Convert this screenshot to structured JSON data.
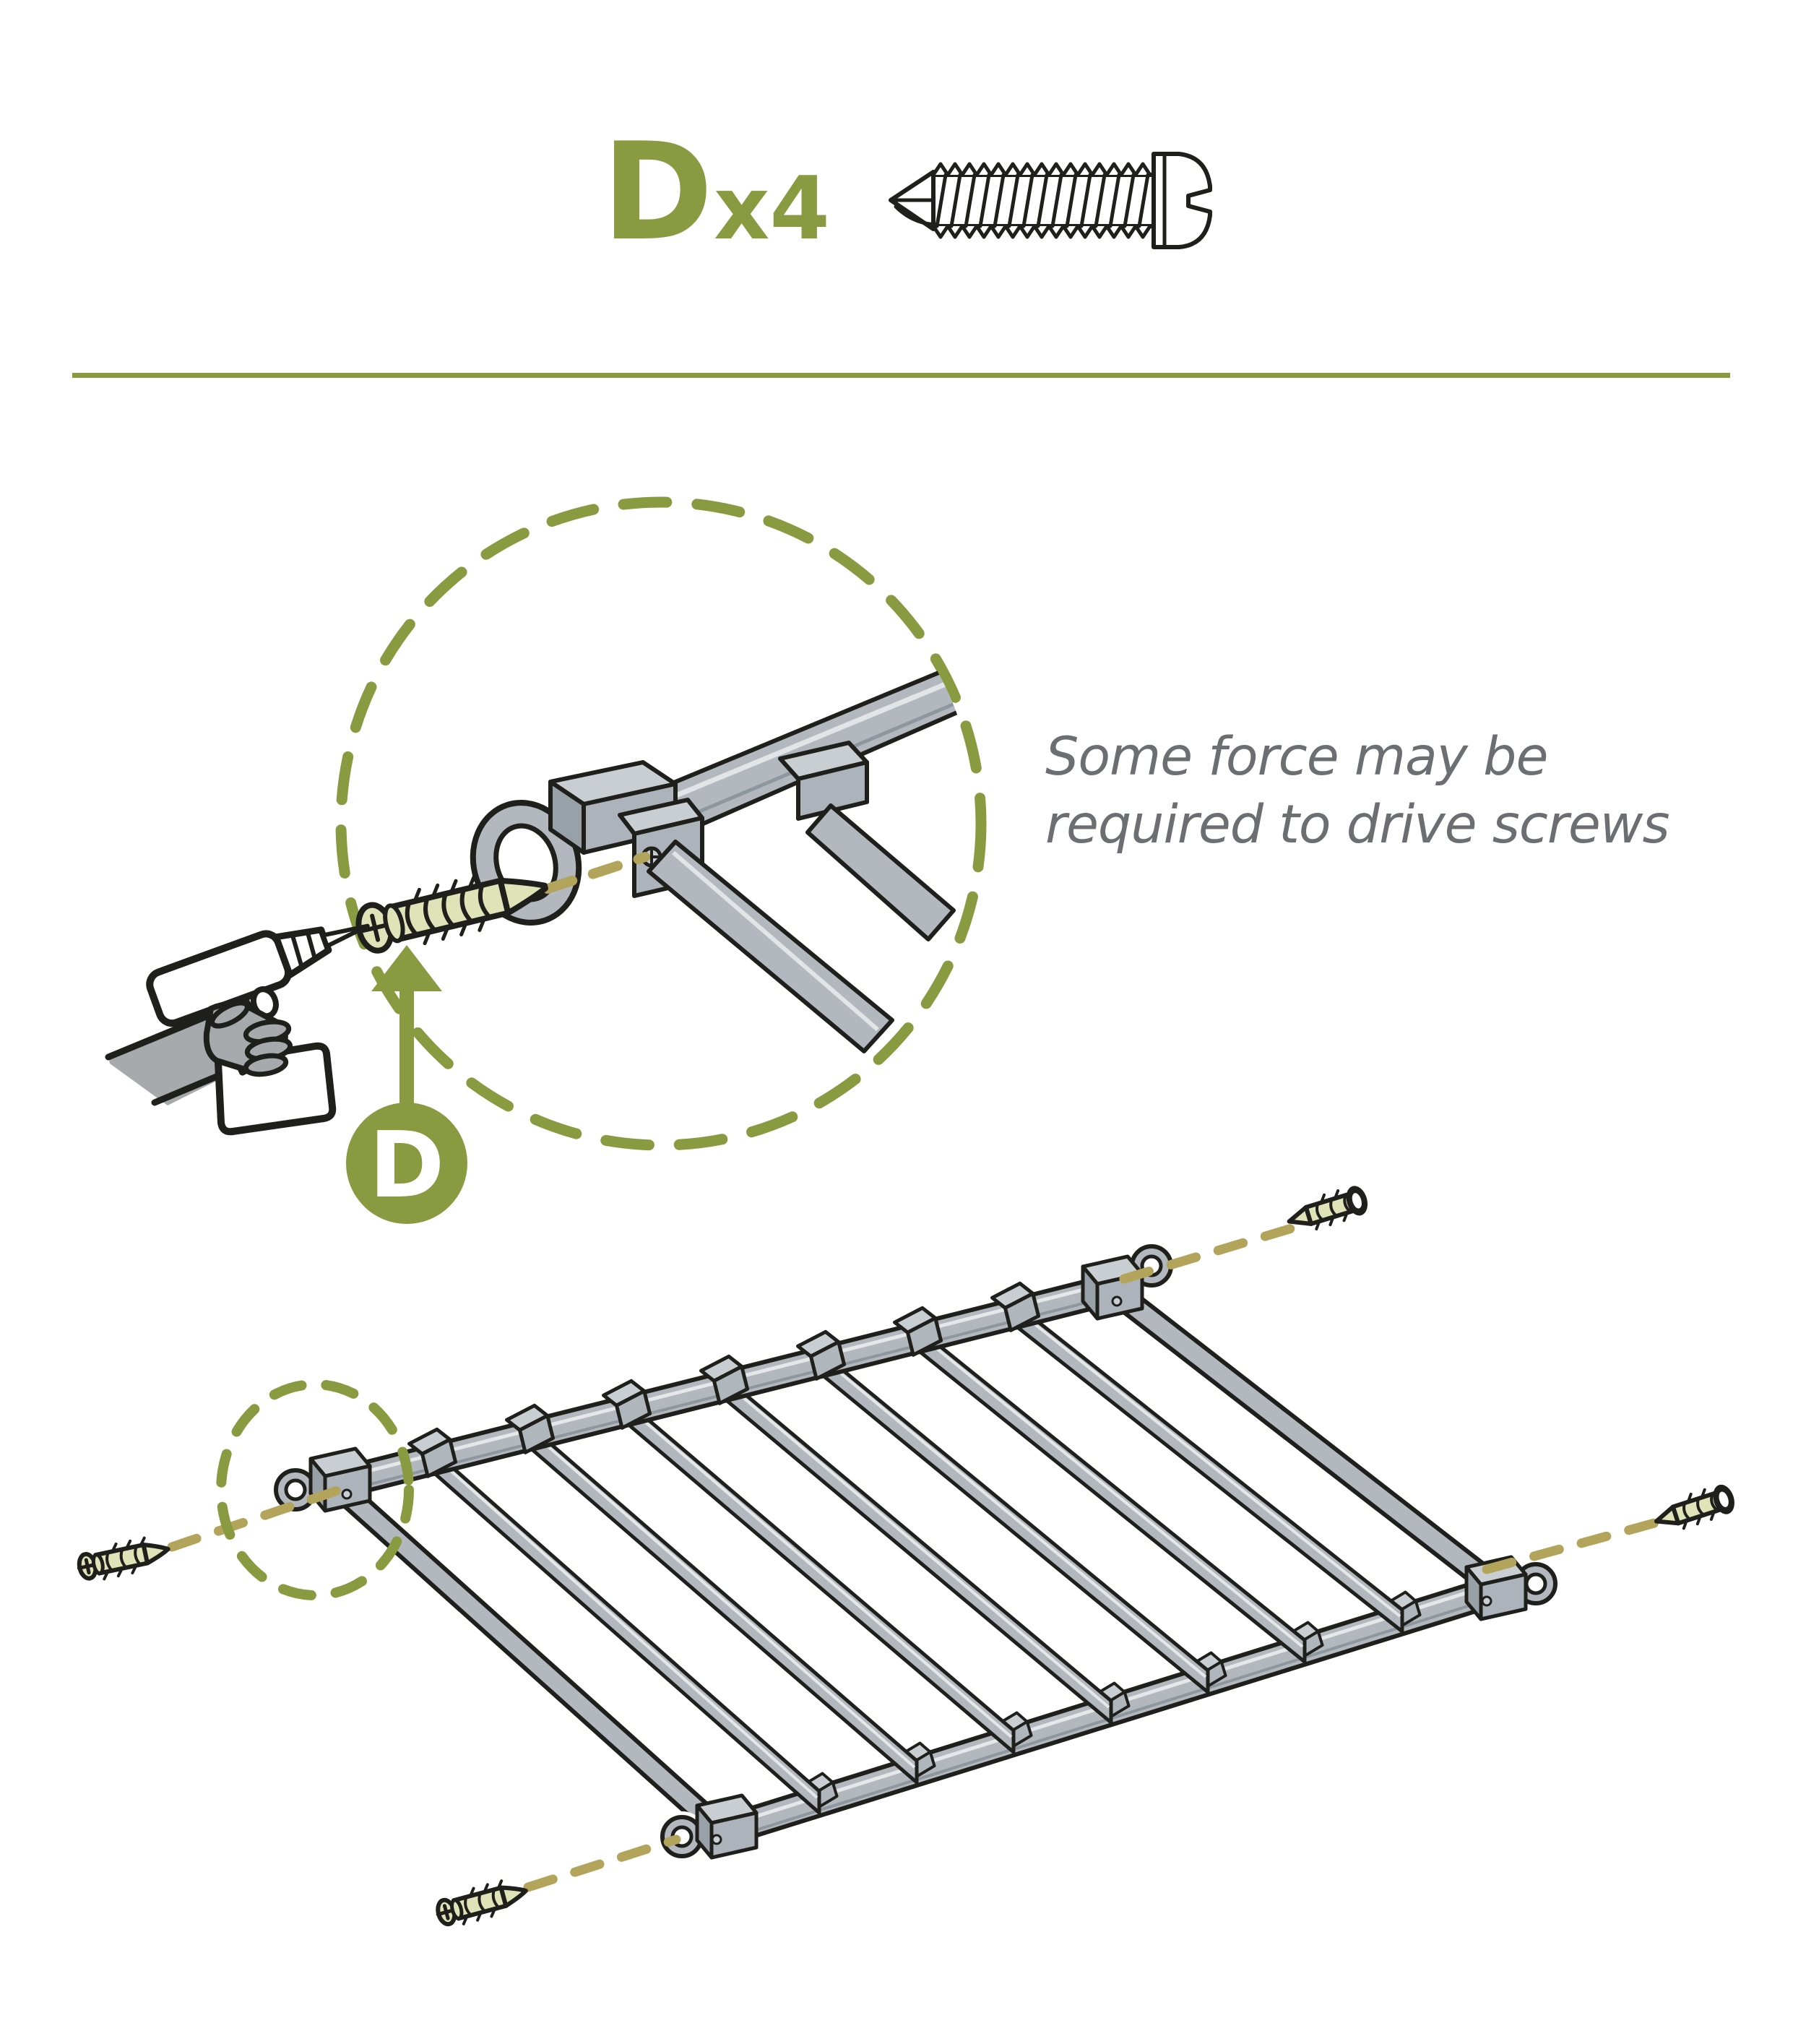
{
  "page": {
    "kind": "assembly-instruction-step",
    "background": "#FFFFFF"
  },
  "hardware_callout": {
    "part_label": "D",
    "quantity": "x4",
    "icon": "self-drilling-screw-icon"
  },
  "detail_callout": {
    "note_line1": "Some force may be",
    "note_line2": "required to drive screws",
    "badge_label": "D",
    "icons": [
      "drill-driver-icon",
      "hand-icon",
      "screw-icon",
      "eyelet-corner-joint",
      "up-arrow-icon"
    ]
  },
  "main_diagram": {
    "screw_count": 4,
    "crossbar_count": 7,
    "corner_eyelet_count": 4
  },
  "colors": {
    "accent_olive": "#8A9A41",
    "screw_path_khaki": "#B3A45C",
    "note_gray": "#6D6E71",
    "frame_gray": "#B2B8BE",
    "frame_gray_light": "#C9CED2",
    "frame_gray_dark": "#99A1A8",
    "screw_fill": "#DFE4B8",
    "hand_gray": "#A7A9AC",
    "outline_black": "#1F1F1C"
  }
}
